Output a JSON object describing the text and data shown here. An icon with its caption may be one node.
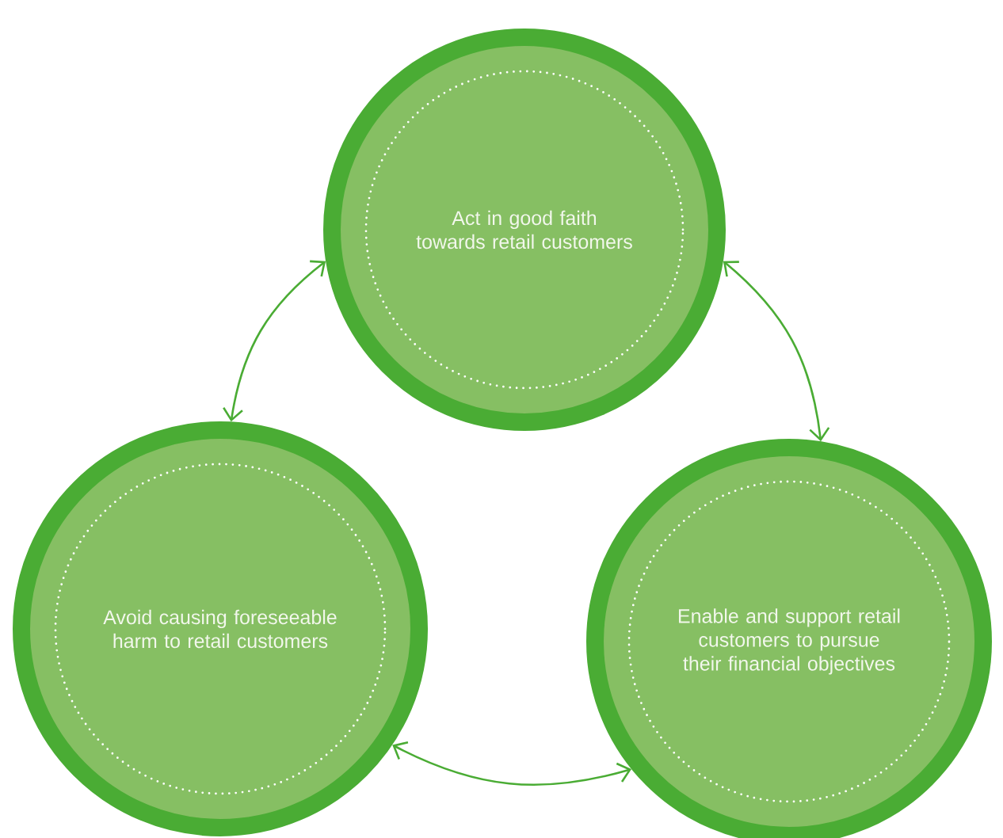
{
  "diagram": {
    "nodes": [
      {
        "text": [
          "Act in good faith towards retail customers"
        ]
      },
      {
        "text": [
          "Avoid causing foreseeable harm to retail customers"
        ]
      },
      {
        "text": [
          "Enable and support retail customers to pursue their financial objectives"
        ]
      }
    ],
    "edges": [
      {
        "from": 0,
        "to": 1,
        "arrow": "both"
      },
      {
        "from": 0,
        "to": 2,
        "arrow": "both"
      },
      {
        "from": 1,
        "to": 2,
        "arrow": "both"
      }
    ]
  }
}
